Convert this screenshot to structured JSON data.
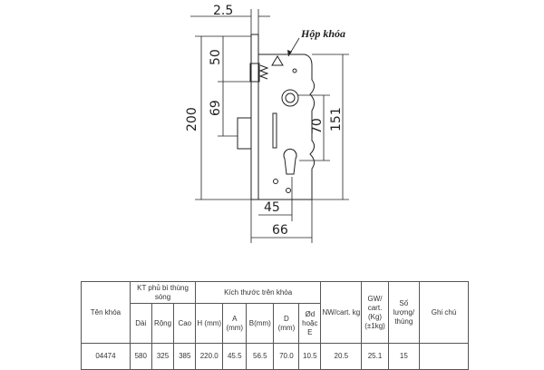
{
  "drawing": {
    "label": "Hộp khóa",
    "dims": {
      "d2_5": "2.5",
      "d50": "50",
      "d69": "69",
      "d200": "200",
      "d70": "70",
      "d151": "151",
      "d45": "45",
      "d66": "66"
    }
  },
  "table": {
    "col_name": "Tên khóa",
    "group_box": "KT phủ bì thùng sóng",
    "group_lock": "Kích thước trên khóa",
    "nw": "NW/cart. kg",
    "gw": "GW/ cart. (Kg) (±1kg)",
    "qty": "Số lượng/ thùng",
    "note": "Ghi chú",
    "sub": {
      "dai": "Dài",
      "rong": "Rộng",
      "cao": "Cao",
      "h": "H (mm)",
      "a": "A (mm)",
      "b": "B(mm)",
      "d": "D (mm)",
      "e": "Ød hoặc E"
    },
    "row": {
      "name": "04474",
      "dai": "580",
      "rong": "325",
      "cao": "385",
      "h": "220.0",
      "a": "45.5",
      "b": "56.5",
      "d": "70.0",
      "e": "10.5",
      "nw": "20.5",
      "gw": "25.1",
      "qty": "15",
      "note": ""
    }
  }
}
